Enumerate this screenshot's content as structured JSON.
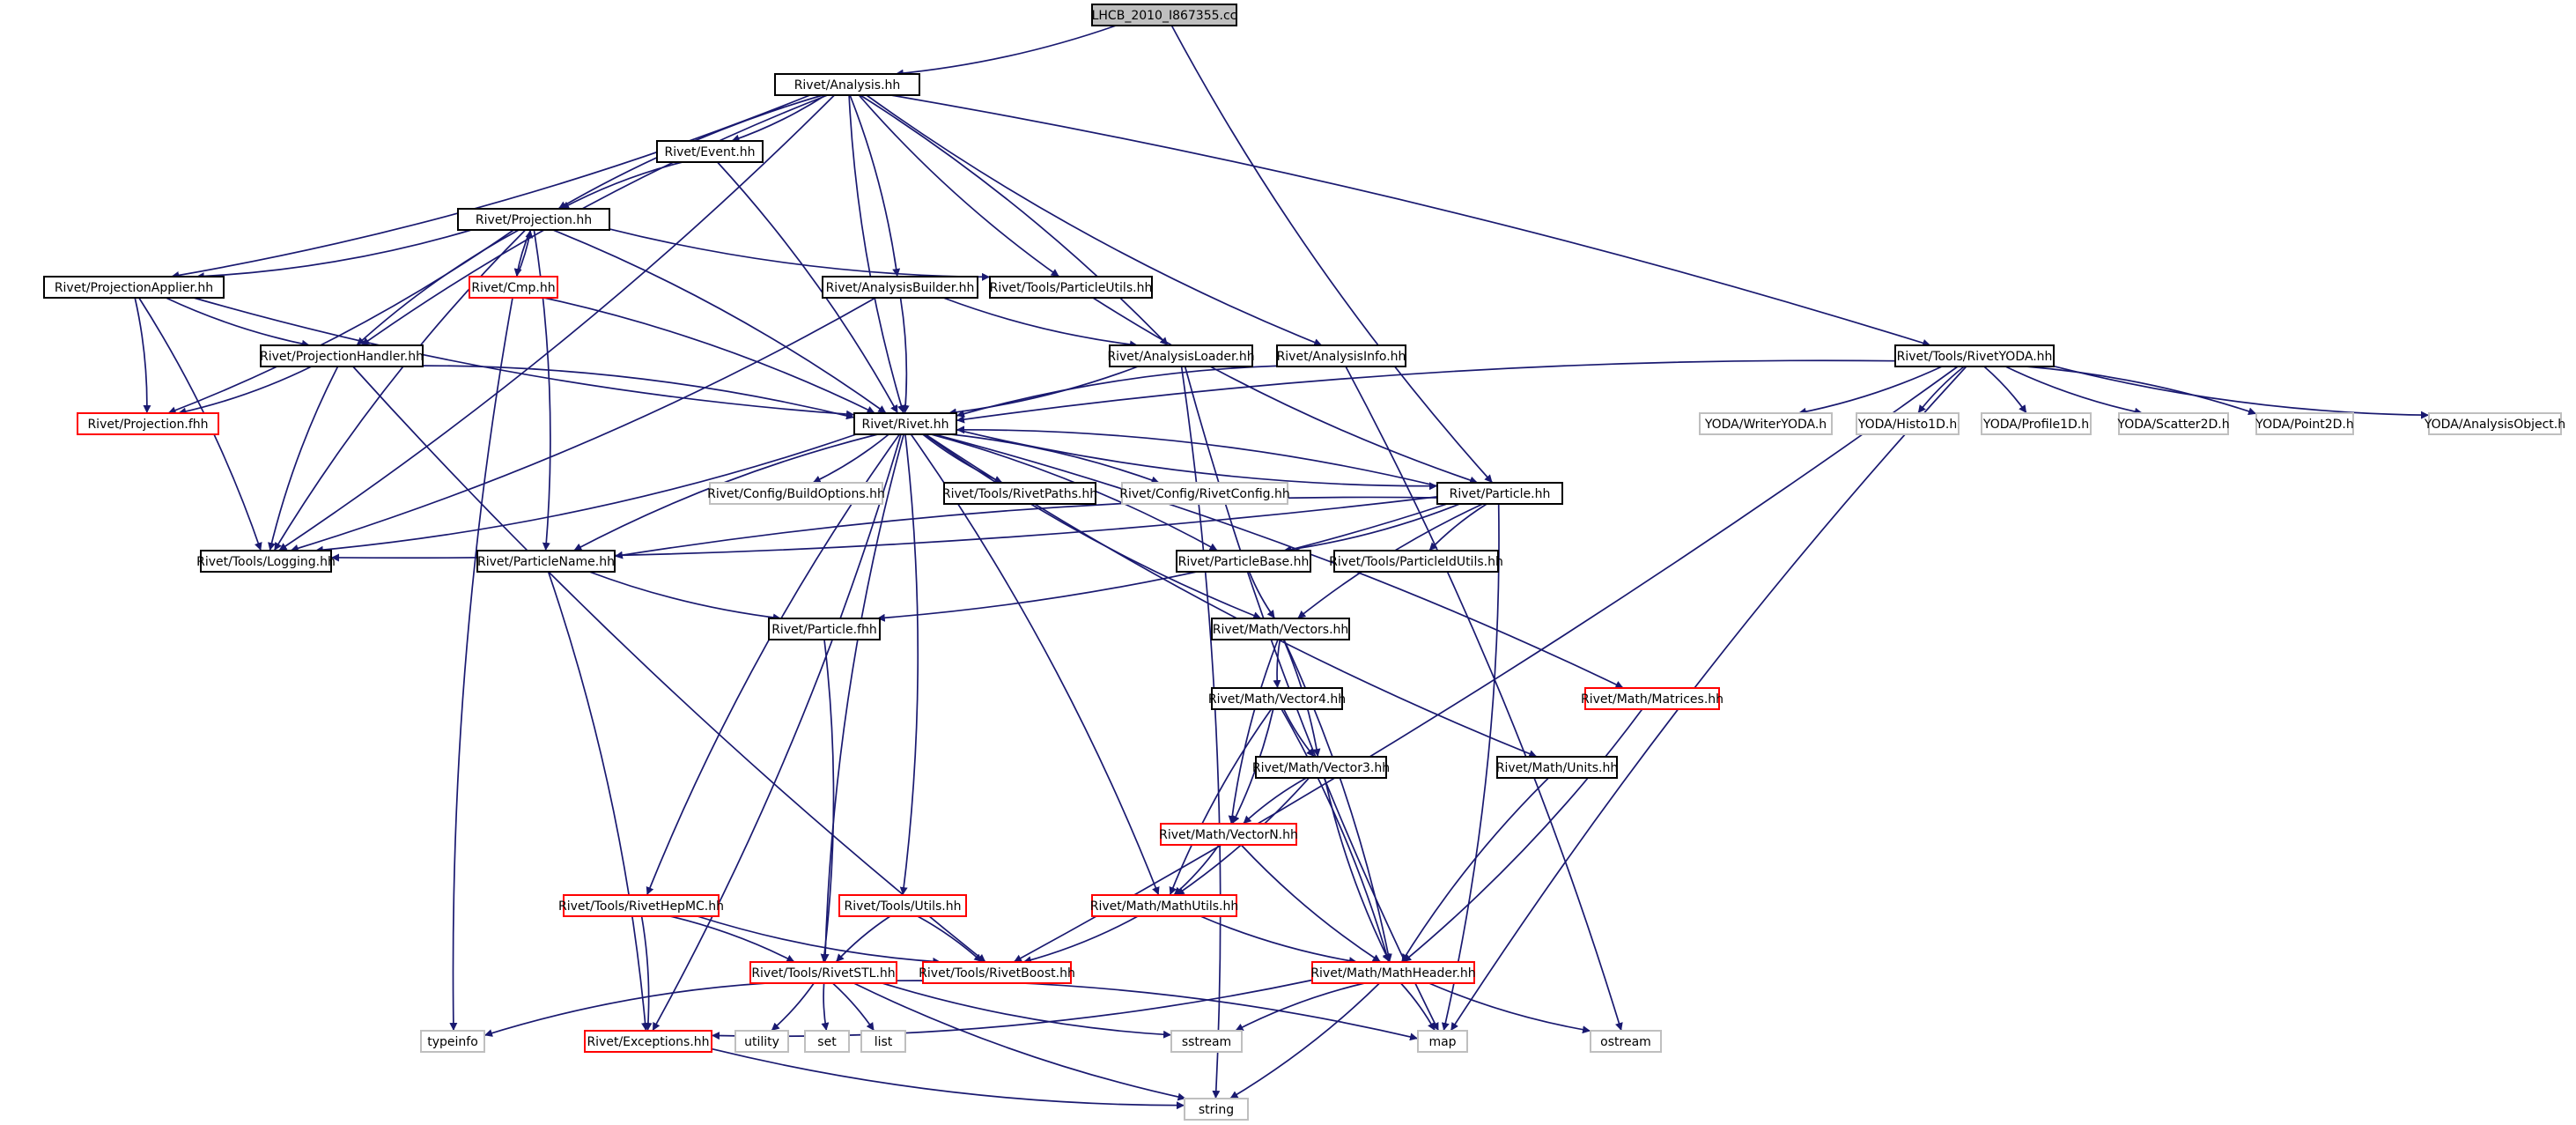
{
  "colors": {
    "edge": "#191970",
    "black_border": "#000000",
    "red_border": "#ff0000",
    "gray_border": "#bfbfbf",
    "root_fill": "#bfbfbf",
    "node_fill": "#ffffff"
  },
  "nodes": [
    {
      "id": "root",
      "label": "LHCB_2010_I867355.cc",
      "style": "root"
    },
    {
      "id": "analysis",
      "label": "Rivet/Analysis.hh",
      "style": "black"
    },
    {
      "id": "event",
      "label": "Rivet/Event.hh",
      "style": "black"
    },
    {
      "id": "projection",
      "label": "Rivet/Projection.hh",
      "style": "black"
    },
    {
      "id": "cmp",
      "label": "Rivet/Cmp.hh",
      "style": "red"
    },
    {
      "id": "projapplier",
      "label": "Rivet/ProjectionApplier.hh",
      "style": "black"
    },
    {
      "id": "projhandler",
      "label": "Rivet/ProjectionHandler.hh",
      "style": "black"
    },
    {
      "id": "projfhh",
      "label": "Rivet/Projection.fhh",
      "style": "red"
    },
    {
      "id": "abuilder",
      "label": "Rivet/AnalysisBuilder.hh",
      "style": "black"
    },
    {
      "id": "putils",
      "label": "Rivet/Tools/ParticleUtils.hh",
      "style": "black"
    },
    {
      "id": "aloader",
      "label": "Rivet/AnalysisLoader.hh",
      "style": "black"
    },
    {
      "id": "ainfo",
      "label": "Rivet/AnalysisInfo.hh",
      "style": "black"
    },
    {
      "id": "ryoda",
      "label": "Rivet/Tools/RivetYODA.hh",
      "style": "black"
    },
    {
      "id": "rivet",
      "label": "Rivet/Rivet.hh",
      "style": "black"
    },
    {
      "id": "wyoda",
      "label": "YODA/WriterYODA.h",
      "style": "gray"
    },
    {
      "id": "histo1d",
      "label": "YODA/Histo1D.h",
      "style": "gray"
    },
    {
      "id": "prof1d",
      "label": "YODA/Profile1D.h",
      "style": "gray"
    },
    {
      "id": "scat2d",
      "label": "YODA/Scatter2D.h",
      "style": "gray"
    },
    {
      "id": "point2d",
      "label": "YODA/Point2D.h",
      "style": "gray"
    },
    {
      "id": "aobject",
      "label": "YODA/AnalysisObject.h",
      "style": "gray"
    },
    {
      "id": "buildopts",
      "label": "Rivet/Config/BuildOptions.hh",
      "style": "gray"
    },
    {
      "id": "rpaths",
      "label": "Rivet/Tools/RivetPaths.hh",
      "style": "black"
    },
    {
      "id": "rconfig",
      "label": "Rivet/Config/RivetConfig.hh",
      "style": "gray"
    },
    {
      "id": "particle",
      "label": "Rivet/Particle.hh",
      "style": "black"
    },
    {
      "id": "logging",
      "label": "Rivet/Tools/Logging.hh",
      "style": "black"
    },
    {
      "id": "pname",
      "label": "Rivet/ParticleName.hh",
      "style": "black"
    },
    {
      "id": "pbase",
      "label": "Rivet/ParticleBase.hh",
      "style": "black"
    },
    {
      "id": "pidutils",
      "label": "Rivet/Tools/ParticleIdUtils.hh",
      "style": "black"
    },
    {
      "id": "pfhh",
      "label": "Rivet/Particle.fhh",
      "style": "black"
    },
    {
      "id": "vectors",
      "label": "Rivet/Math/Vectors.hh",
      "style": "black"
    },
    {
      "id": "matrices",
      "label": "Rivet/Math/Matrices.hh",
      "style": "red"
    },
    {
      "id": "vector4",
      "label": "Rivet/Math/Vector4.hh",
      "style": "black"
    },
    {
      "id": "vector3",
      "label": "Rivet/Math/Vector3.hh",
      "style": "black"
    },
    {
      "id": "units",
      "label": "Rivet/Math/Units.hh",
      "style": "black"
    },
    {
      "id": "vectorn",
      "label": "Rivet/Math/VectorN.hh",
      "style": "red"
    },
    {
      "id": "rhepmc",
      "label": "Rivet/Tools/RivetHepMC.hh",
      "style": "red"
    },
    {
      "id": "tutils",
      "label": "Rivet/Tools/Utils.hh",
      "style": "red"
    },
    {
      "id": "mathutils",
      "label": "Rivet/Math/MathUtils.hh",
      "style": "red"
    },
    {
      "id": "rstl",
      "label": "Rivet/Tools/RivetSTL.hh",
      "style": "red"
    },
    {
      "id": "rboost",
      "label": "Rivet/Tools/RivetBoost.hh",
      "style": "red"
    },
    {
      "id": "mathheader",
      "label": "Rivet/Math/MathHeader.hh",
      "style": "red"
    },
    {
      "id": "typeinfo",
      "label": "typeinfo",
      "style": "gray"
    },
    {
      "id": "exceptions",
      "label": "Rivet/Exceptions.hh",
      "style": "red"
    },
    {
      "id": "utility",
      "label": "utility",
      "style": "gray"
    },
    {
      "id": "set",
      "label": "set",
      "style": "gray"
    },
    {
      "id": "list",
      "label": "list",
      "style": "gray"
    },
    {
      "id": "sstream",
      "label": "sstream",
      "style": "gray"
    },
    {
      "id": "map",
      "label": "map",
      "style": "gray"
    },
    {
      "id": "ostream",
      "label": "ostream",
      "style": "gray"
    },
    {
      "id": "string",
      "label": "string",
      "style": "gray"
    }
  ],
  "edges": [
    [
      "root",
      "analysis"
    ],
    [
      "root",
      "particle"
    ],
    [
      "analysis",
      "event"
    ],
    [
      "analysis",
      "projection"
    ],
    [
      "analysis",
      "projapplier"
    ],
    [
      "analysis",
      "projhandler"
    ],
    [
      "analysis",
      "logging"
    ],
    [
      "analysis",
      "rivet"
    ],
    [
      "analysis",
      "abuilder"
    ],
    [
      "analysis",
      "putils"
    ],
    [
      "analysis",
      "aloader"
    ],
    [
      "analysis",
      "ainfo"
    ],
    [
      "analysis",
      "ryoda"
    ],
    [
      "event",
      "projection"
    ],
    [
      "event",
      "rivet"
    ],
    [
      "projection",
      "cmp"
    ],
    [
      "projection",
      "projapplier"
    ],
    [
      "projection",
      "projhandler"
    ],
    [
      "projection",
      "projfhh"
    ],
    [
      "projection",
      "logging"
    ],
    [
      "projection",
      "rivet"
    ],
    [
      "projection",
      "putils"
    ],
    [
      "projection",
      "pname"
    ],
    [
      "cmp",
      "projection"
    ],
    [
      "cmp",
      "rivet"
    ],
    [
      "cmp",
      "typeinfo"
    ],
    [
      "projapplier",
      "projfhh"
    ],
    [
      "projapplier",
      "projhandler"
    ],
    [
      "projapplier",
      "logging"
    ],
    [
      "projapplier",
      "rivet"
    ],
    [
      "projhandler",
      "projfhh"
    ],
    [
      "projhandler",
      "logging"
    ],
    [
      "projhandler",
      "rivet"
    ],
    [
      "projhandler",
      "rboost"
    ],
    [
      "abuilder",
      "rivet"
    ],
    [
      "abuilder",
      "aloader"
    ],
    [
      "abuilder",
      "logging"
    ],
    [
      "putils",
      "particle"
    ],
    [
      "aloader",
      "rivet"
    ],
    [
      "aloader",
      "map"
    ],
    [
      "aloader",
      "string"
    ],
    [
      "ainfo",
      "rivet"
    ],
    [
      "ainfo",
      "ostream"
    ],
    [
      "ryoda",
      "rivet"
    ],
    [
      "ryoda",
      "wyoda"
    ],
    [
      "ryoda",
      "histo1d"
    ],
    [
      "ryoda",
      "prof1d"
    ],
    [
      "ryoda",
      "scat2d"
    ],
    [
      "ryoda",
      "point2d"
    ],
    [
      "ryoda",
      "aobject"
    ],
    [
      "ryoda",
      "rboost"
    ],
    [
      "ryoda",
      "map"
    ],
    [
      "rivet",
      "buildopts"
    ],
    [
      "rivet",
      "rpaths"
    ],
    [
      "rivet",
      "rconfig"
    ],
    [
      "rivet",
      "particle"
    ],
    [
      "rivet",
      "logging"
    ],
    [
      "rivet",
      "pname"
    ],
    [
      "rivet",
      "pbase"
    ],
    [
      "rivet",
      "vectors"
    ],
    [
      "rivet",
      "matrices"
    ],
    [
      "rivet",
      "units"
    ],
    [
      "rivet",
      "mathutils"
    ],
    [
      "rivet",
      "rhepmc"
    ],
    [
      "rivet",
      "tutils"
    ],
    [
      "rivet",
      "rstl"
    ],
    [
      "rivet",
      "exceptions"
    ],
    [
      "particle",
      "rivet"
    ],
    [
      "particle",
      "logging"
    ],
    [
      "particle",
      "pname"
    ],
    [
      "particle",
      "pbase"
    ],
    [
      "particle",
      "pidutils"
    ],
    [
      "particle",
      "pfhh"
    ],
    [
      "particle",
      "vectors"
    ],
    [
      "particle",
      "map"
    ],
    [
      "pname",
      "pfhh"
    ],
    [
      "pname",
      "exceptions"
    ],
    [
      "pbase",
      "vectors"
    ],
    [
      "pfhh",
      "rstl"
    ],
    [
      "vectors",
      "vector4"
    ],
    [
      "vectors",
      "vector3"
    ],
    [
      "vectors",
      "vectorn"
    ],
    [
      "vectors",
      "mathheader"
    ],
    [
      "vector4",
      "vector3"
    ],
    [
      "vector4",
      "vectorn"
    ],
    [
      "vector4",
      "mathutils"
    ],
    [
      "vector4",
      "mathheader"
    ],
    [
      "vector3",
      "vectorn"
    ],
    [
      "vector3",
      "mathutils"
    ],
    [
      "vector3",
      "mathheader"
    ],
    [
      "vectorn",
      "mathutils"
    ],
    [
      "vectorn",
      "mathheader"
    ],
    [
      "matrices",
      "mathheader"
    ],
    [
      "units",
      "mathheader"
    ],
    [
      "mathutils",
      "rboost"
    ],
    [
      "mathutils",
      "mathheader"
    ],
    [
      "rhepmc",
      "rstl"
    ],
    [
      "rhepmc",
      "rboost"
    ],
    [
      "rhepmc",
      "exceptions"
    ],
    [
      "tutils",
      "rstl"
    ],
    [
      "tutils",
      "rboost"
    ],
    [
      "rstl",
      "typeinfo"
    ],
    [
      "rstl",
      "utility"
    ],
    [
      "rstl",
      "set"
    ],
    [
      "rstl",
      "list"
    ],
    [
      "rstl",
      "sstream"
    ],
    [
      "rstl",
      "map"
    ],
    [
      "rstl",
      "string"
    ],
    [
      "mathheader",
      "exceptions"
    ],
    [
      "mathheader",
      "sstream"
    ],
    [
      "mathheader",
      "map"
    ],
    [
      "mathheader",
      "ostream"
    ],
    [
      "mathheader",
      "string"
    ],
    [
      "exceptions",
      "string"
    ]
  ]
}
